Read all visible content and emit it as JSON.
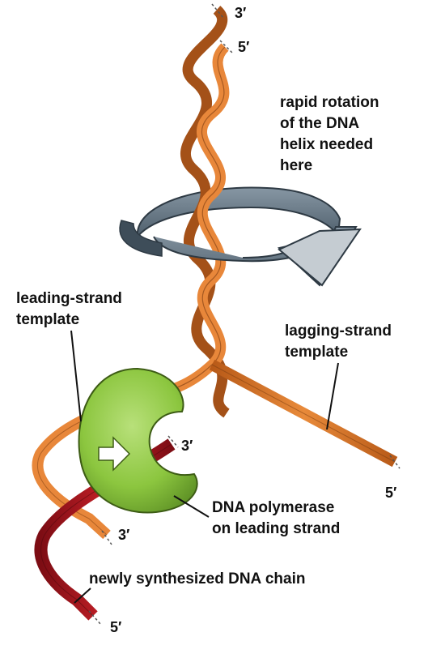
{
  "labels": {
    "rotation_note": [
      "rapid rotation",
      "of the DNA",
      "helix needed",
      "here"
    ],
    "leading_template": [
      "leading-strand",
      "template"
    ],
    "lagging_template": [
      "lagging-strand",
      "template"
    ],
    "polymerase": [
      "DNA polymerase",
      "on leading strand"
    ],
    "new_chain": "newly synthesized DNA chain"
  },
  "strand_ends": {
    "top_left_3": "3′",
    "top_right_5": "5′",
    "lagging_5": "5′",
    "leading_3": "3′",
    "new_chain_3": "3′",
    "new_chain_5": "5′"
  },
  "colors": {
    "template_strand": "#d9772a",
    "new_strand": "#a5141c",
    "polymerase": "#8cc63f",
    "rotation_arrow": "#6b7d8c"
  }
}
